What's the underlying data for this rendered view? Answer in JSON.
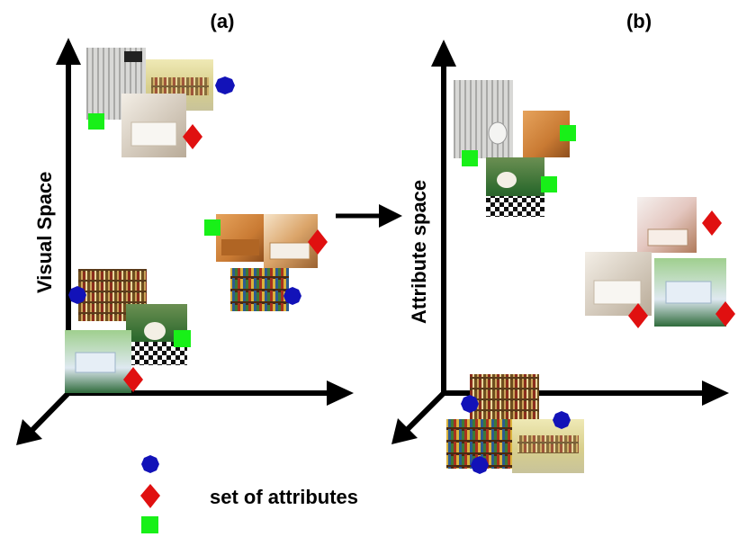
{
  "panels": {
    "a": {
      "label": "(a)",
      "axis_label": "Visual Space"
    },
    "b": {
      "label": "(b)",
      "axis_label": "Attribute space"
    }
  },
  "legend": {
    "text": "set of attributes"
  },
  "colors": {
    "circle": "#1212b8",
    "diamond": "#e01010",
    "square": "#18f018",
    "axis": "#000000"
  },
  "images": {
    "bathroom": "bathroom-photo",
    "library_room": "library-room-photo",
    "bedroom_cream": "bedroom-cream-photo",
    "kitchen": "kitchen-photo",
    "bedroom_wood": "bedroom-wood-photo",
    "bookshelf": "bookshelf-photo",
    "library_wide": "library-wide-photo",
    "bathroom_green": "bathroom-green-photo",
    "bedroom_green": "bedroom-green-photo",
    "bedroom_window": "bedroom-window-photo",
    "bookshelf_b": "bookshelf-photo",
    "library_room_b": "library-room-photo"
  }
}
